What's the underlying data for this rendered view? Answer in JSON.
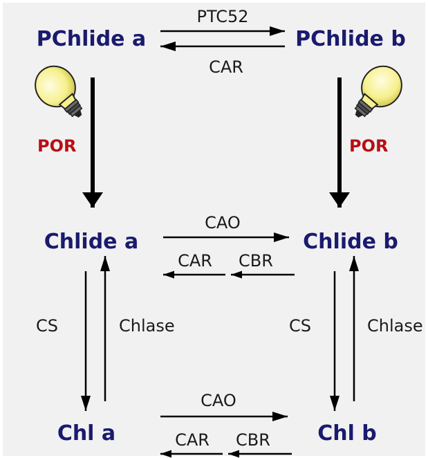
{
  "colors": {
    "node": "#1a1a6e",
    "enzyme": "#1a1a1a",
    "por": "#b80f14",
    "arrow": "#000000",
    "panel_bg": "#f1f1f1",
    "bulb_glass": "#fbf6a6",
    "bulb_base": "#3a3a3a"
  },
  "nodes": {
    "pchlide_a": "PChlide a",
    "pchlide_b": "PChlide b",
    "chlide_a": "Chlide a",
    "chlide_b": "Chlide b",
    "chl_a": "Chl a",
    "chl_b": "Chl b"
  },
  "enzymes": {
    "top_forward": "PTC52",
    "top_reverse": "CAR",
    "por_left": "POR",
    "por_right": "POR",
    "mid_forward": "CAO",
    "mid_reverse_car": "CAR",
    "mid_reverse_cbr": "CBR",
    "left_down": "CS",
    "left_up": "Chlase",
    "right_down": "CS",
    "right_up": "Chlase",
    "bottom_forward": "CAO",
    "bottom_reverse_car": "CAR",
    "bottom_reverse_cbr": "CBR"
  },
  "icons": {
    "light_left": "light-bulb-icon",
    "light_right": "light-bulb-icon"
  }
}
